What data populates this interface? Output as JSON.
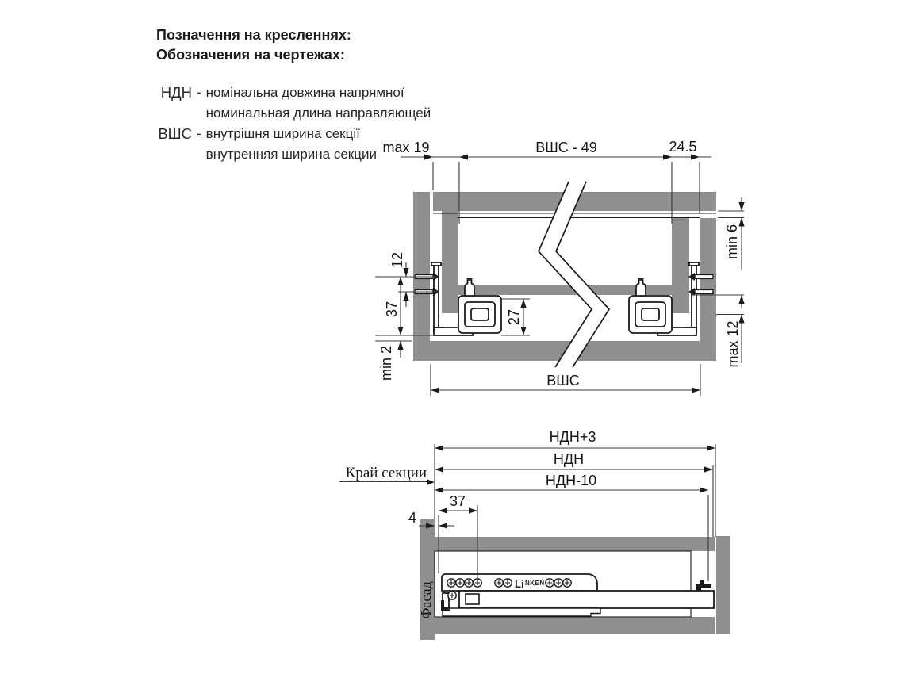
{
  "header": {
    "title_ua": "Позначення на кресленнях:",
    "title_ru": "Обозначения на чертежах:"
  },
  "legend": {
    "items": [
      {
        "abbr": "НДН",
        "dash": "-",
        "ua": "номінальна довжина напрямної",
        "ru": "номинальная длина направляющей"
      },
      {
        "abbr": "ВШС",
        "dash": "-",
        "ua": "внутрішня ширина секції",
        "ru": "внутренняя ширина секции"
      }
    ]
  },
  "section_view": {
    "dims": {
      "top_left": "max 19",
      "top_center": "ВШС - 49",
      "top_right": "24.5",
      "screw_gap": "12",
      "mount_height": "37",
      "bottom_clearance": "min 2",
      "rail_height": "27",
      "rear_top_gap": "min 6",
      "rear_bottom_gap": "max 12",
      "inner_width": "ВШС"
    }
  },
  "side_view": {
    "dims": {
      "length_plus": "НДН+3",
      "length": "НДН",
      "length_minus": "НДН-10",
      "first_hole": "37",
      "facade_gap": "4"
    },
    "labels": {
      "section_edge": "Край секции",
      "facade": "Фасад"
    },
    "brand": {
      "li": "Li",
      "rest": "NKEN"
    }
  },
  "colors": {
    "panel_gray": "#8F8F8F",
    "line": "#1B1B1B",
    "dim_line": "#3A3A3A"
  }
}
